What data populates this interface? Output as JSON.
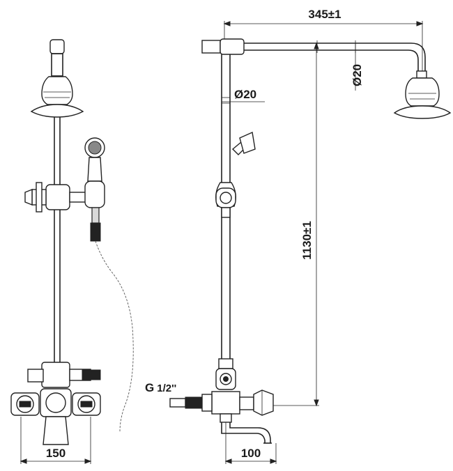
{
  "dimensions": {
    "arm_length": "345±1",
    "arm_diameter": "Ø20",
    "pipe_diameter": "Ø20",
    "height": "1130±1",
    "base_width": "150",
    "spout_depth": "100",
    "thread_prefix": "G",
    "thread_fraction": "1/2''"
  },
  "colors": {
    "line": "#222222",
    "background": "#ffffff"
  }
}
